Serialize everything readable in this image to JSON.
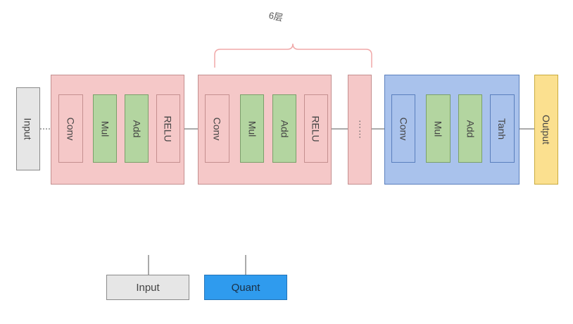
{
  "brace_label": "6层",
  "input_label": "Input",
  "output_label": "Output",
  "block1": {
    "nodes": [
      "Conv",
      "Mul",
      "Add",
      "RELU"
    ]
  },
  "block2": {
    "nodes": [
      "Conv",
      "Mul",
      "Add",
      "RELU"
    ]
  },
  "ellipsis": "⋯⋯",
  "block3": {
    "nodes": [
      "Conv",
      "Mul",
      "Add",
      "Tanh"
    ]
  },
  "legend": {
    "input": "Input",
    "quant": "Quant"
  },
  "colors": {
    "pink_block": "#f5c8c8",
    "green_node": "#b3d5a0",
    "blue_block": "#a9c2ec",
    "yellow_output": "#fbe08f",
    "quant_blue": "#2f9bee",
    "brace": "#f0a8a8"
  }
}
